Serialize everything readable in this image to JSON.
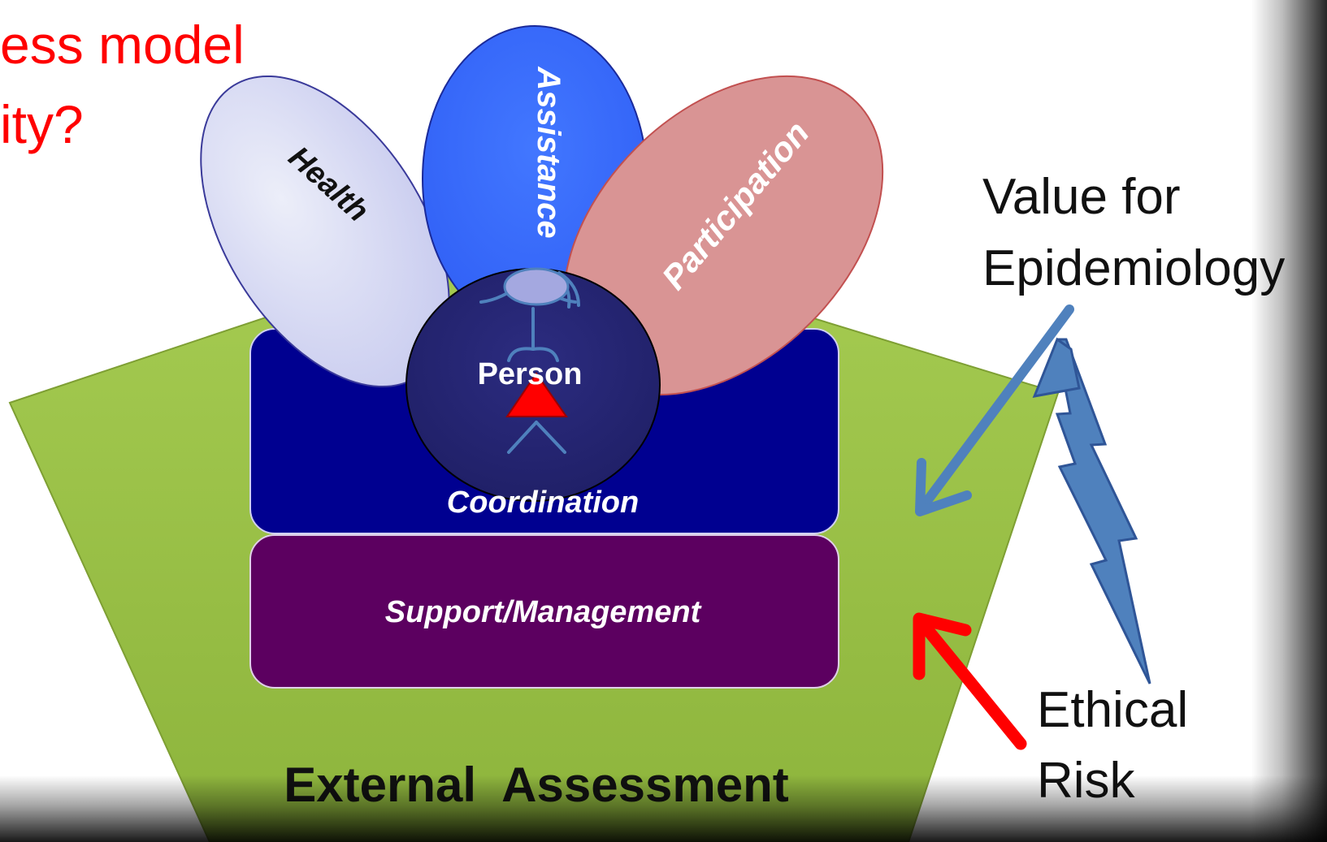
{
  "slide": {
    "title_line1": "ess model",
    "title_line2": "ity?"
  },
  "diagram": {
    "petals": {
      "health": "Health",
      "assistance": "Assistance",
      "participation": "Participation"
    },
    "center": "Person",
    "layers": {
      "coordination": "Coordination",
      "support": "Support/Management"
    },
    "base": "External  Assessment"
  },
  "annotations": {
    "value_line1": "Value for",
    "value_line2": "Epidemiology",
    "ethical_line1": "Ethical",
    "ethical_line2": "Risk"
  },
  "colors": {
    "pentagon": "#9bc143",
    "coordination": "#000090",
    "support": "#5c0060",
    "health_petal": "#d8daf4",
    "assistance_petal": "#3366ff",
    "participation_petal": "#d99494",
    "person_circle": "#262673",
    "arrow_value": "#4f81bd",
    "arrow_risk": "#ff0000",
    "title": "#ff0000"
  }
}
